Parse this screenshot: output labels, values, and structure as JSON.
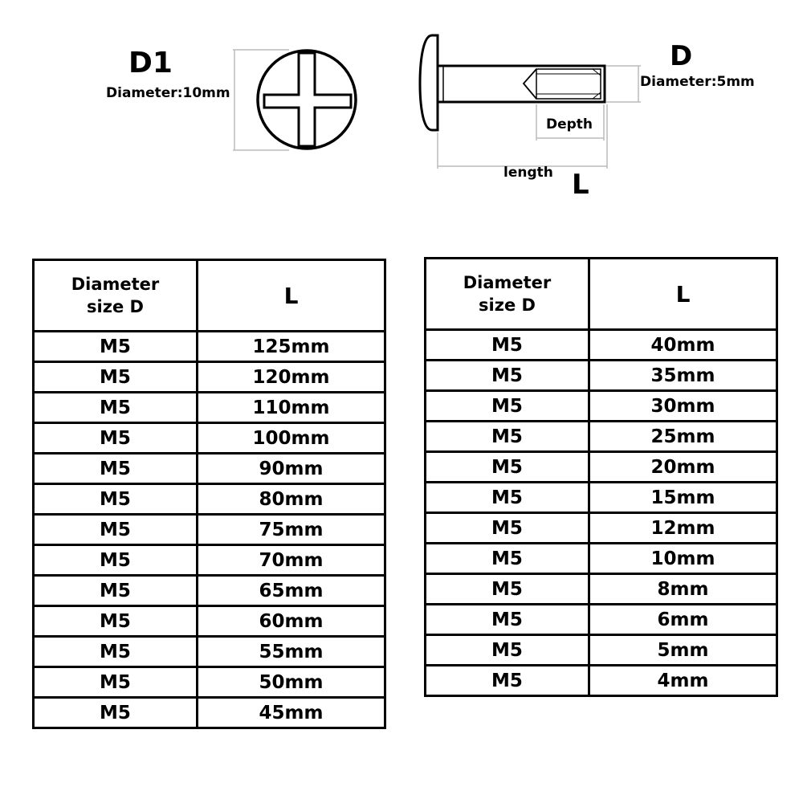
{
  "head_view": {
    "title": "D1",
    "diameter_text": "Diameter:10mm"
  },
  "side_view": {
    "title": "D",
    "diameter_text": "Diameter:5mm",
    "depth_label": "Depth",
    "length_label": "length",
    "length_symbol": "L"
  },
  "tables": [
    {
      "header_diameter_line1": "Diameter",
      "header_diameter_line2": "size D",
      "header_length": "L",
      "rows": [
        {
          "d": "M5",
          "l": "125mm"
        },
        {
          "d": "M5",
          "l": "120mm"
        },
        {
          "d": "M5",
          "l": "110mm"
        },
        {
          "d": "M5",
          "l": "100mm"
        },
        {
          "d": "M5",
          "l": "90mm"
        },
        {
          "d": "M5",
          "l": "80mm"
        },
        {
          "d": "M5",
          "l": "75mm"
        },
        {
          "d": "M5",
          "l": "70mm"
        },
        {
          "d": "M5",
          "l": "65mm"
        },
        {
          "d": "M5",
          "l": "60mm"
        },
        {
          "d": "M5",
          "l": "55mm"
        },
        {
          "d": "M5",
          "l": "50mm"
        },
        {
          "d": "M5",
          "l": "45mm"
        }
      ]
    },
    {
      "header_diameter_line1": "Diameter",
      "header_diameter_line2": "size D",
      "header_length": "L",
      "rows": [
        {
          "d": "M5",
          "l": "40mm"
        },
        {
          "d": "M5",
          "l": "35mm"
        },
        {
          "d": "M5",
          "l": "30mm"
        },
        {
          "d": "M5",
          "l": "25mm"
        },
        {
          "d": "M5",
          "l": "20mm"
        },
        {
          "d": "M5",
          "l": "15mm"
        },
        {
          "d": "M5",
          "l": "12mm"
        },
        {
          "d": "M5",
          "l": "10mm"
        },
        {
          "d": "M5",
          "l": "8mm"
        },
        {
          "d": "M5",
          "l": "6mm"
        },
        {
          "d": "M5",
          "l": "5mm"
        },
        {
          "d": "M5",
          "l": "4mm"
        }
      ]
    }
  ]
}
